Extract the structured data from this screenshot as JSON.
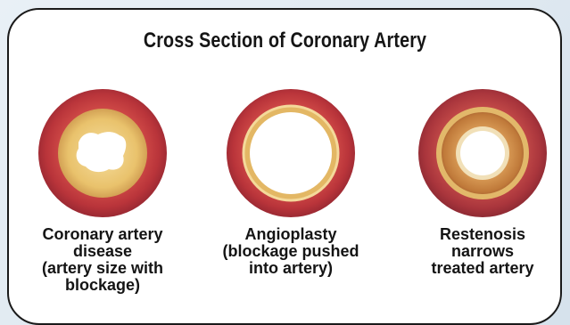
{
  "title": "Cross Section of Coronary Artery",
  "panels": [
    {
      "id": "disease",
      "caption": [
        "Coronary artery",
        "disease",
        "(artery size with",
        "blockage)"
      ]
    },
    {
      "id": "angioplasty",
      "caption": [
        "Angioplasty",
        "(blockage pushed",
        "into artery)"
      ]
    },
    {
      "id": "restenosis",
      "caption": [
        "Restenosis",
        "narrows",
        "treated artery"
      ]
    }
  ],
  "colors": {
    "artery_wall": "#b8343a",
    "plaque": "#e9c26c",
    "restenosis_tissue": "#c9803f",
    "lumen": "#ffffff"
  }
}
